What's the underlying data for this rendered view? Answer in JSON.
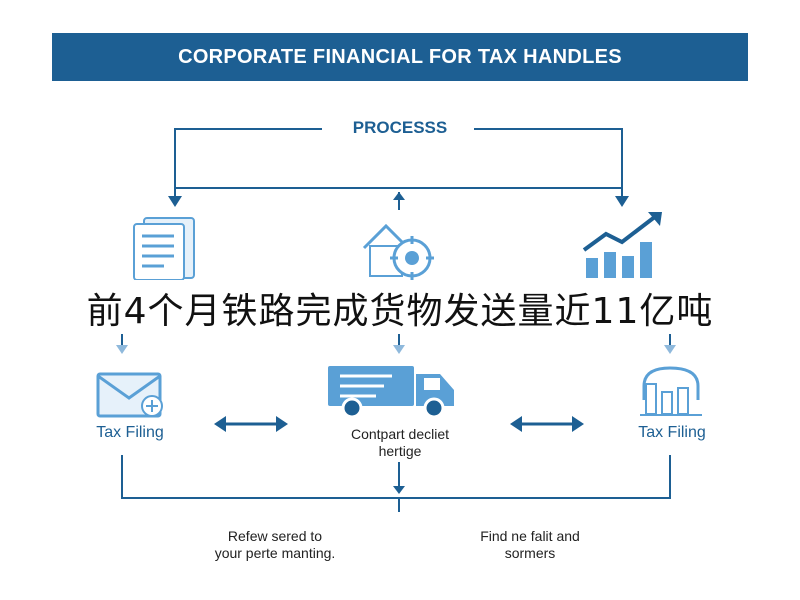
{
  "title": "CORPORATE FINANCIAL FOR TAX HANDLES",
  "process_label": "PROCESSS",
  "overlay_caption": "前4个月铁路完成货物发送量近11亿吨",
  "nodes": {
    "left_label": "Tax Filing",
    "center_label_line1": "Contpart decliet",
    "center_label_line2": "hertige",
    "right_label": "Tax Filing"
  },
  "bottom": {
    "left_line1": "Refew sered to",
    "left_line2": "your perte manting.",
    "right_line1": "Find ne falit and",
    "right_line2": "sormers"
  },
  "icons": [
    "document-icon",
    "house-gear-icon",
    "growth-chart-icon",
    "envelope-icon",
    "truck-icon",
    "bar-chart-icon"
  ],
  "colors": {
    "primary": "#1d5f93",
    "light_blue": "#5aa0d6",
    "text_dark": "#222222"
  }
}
